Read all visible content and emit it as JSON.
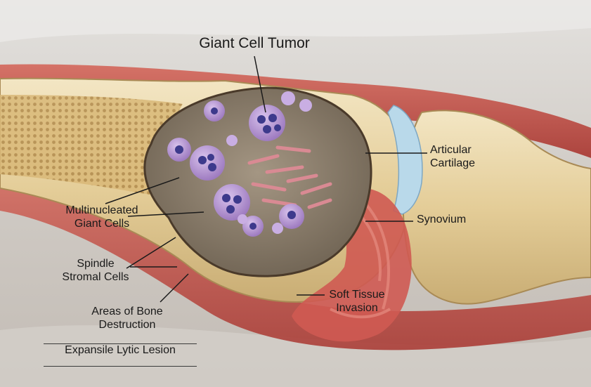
{
  "title": "Giant Cell Tumor",
  "labels": {
    "articular_cartilage": [
      "Articular",
      "Cartilage"
    ],
    "synovium": "Synovium",
    "multinucleated": [
      "Multinucleated",
      "Giant Cells"
    ],
    "spindle": [
      "Spindle",
      "Stromal Cells"
    ],
    "bone_destruction": [
      "Areas of Bone",
      "Destruction"
    ],
    "soft_tissue": [
      "Soft Tissue",
      "Invasion"
    ]
  },
  "caption": "Expansile Lytic Lesion",
  "colors": {
    "bone": "#e6d2a2",
    "cortex": "#efe1ba",
    "tumor": "#8f8474",
    "giant_cell": "#b79bd3",
    "nucleus": "#3d3a8c",
    "soft_tissue": "#c9463e",
    "cartilage": "#b9d9ea"
  }
}
